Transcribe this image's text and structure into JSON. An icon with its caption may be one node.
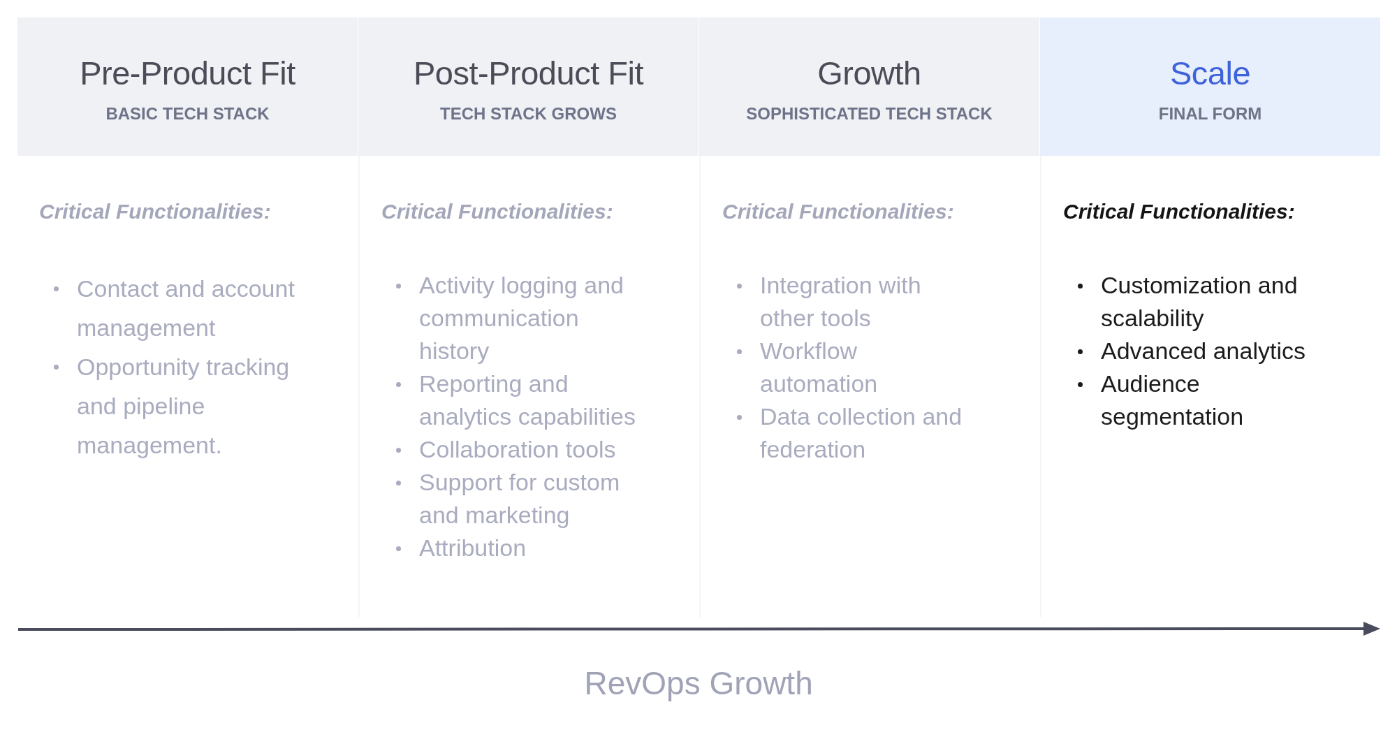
{
  "diagram": {
    "nodes": [
      {
        "text": [
          "Pre-Product Fit",
          "BASIC TECH STACK"
        ]
      },
      {
        "text": [
          "Post-Product Fit",
          "TECH STACK GROWS"
        ]
      },
      {
        "text": [
          "Growth",
          "SOPHISTICATED TECH STACK"
        ]
      },
      {
        "text": [
          "Scale",
          "FINAL FORM"
        ]
      },
      {
        "text": [
          "Critical Functionalities:",
          "Contact and account management",
          "Opportunity tracking and pipeline management."
        ]
      },
      {
        "text": [
          "Critical Functionalities:",
          "Activity logging and communication history",
          "Reporting and analytics capabilities",
          "Collaboration tools",
          "Support for custom and marketing",
          "Attribution"
        ]
      },
      {
        "text": [
          "Critical Functionalities:",
          "Integration with other tools",
          "Workflow automation",
          "Data collection and federation"
        ]
      },
      {
        "text": [
          "Critical Functionalities:",
          "Customization and scalability",
          "Advanced analytics",
          "Audience segmentation"
        ]
      }
    ],
    "labels": [
      "RevOps Growth"
    ]
  }
}
